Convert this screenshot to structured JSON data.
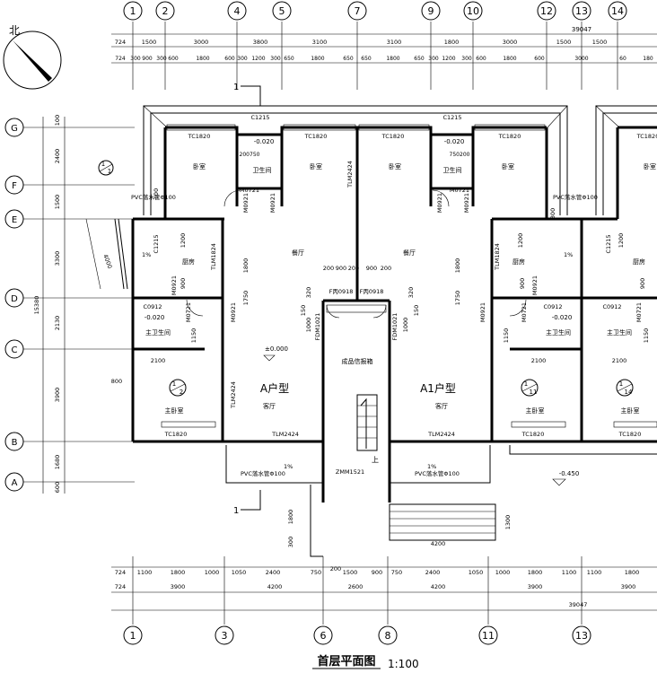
{
  "drawing": {
    "title": "首层平面图",
    "scale": "1:100",
    "north_label": "北"
  },
  "axes": {
    "top": [
      "1",
      "2",
      "4",
      "5",
      "7",
      "9",
      "10",
      "12",
      "13",
      "14"
    ],
    "bottom": [
      "1",
      "3",
      "6",
      "8",
      "11",
      "13"
    ],
    "left": [
      "G",
      "F",
      "E",
      "D",
      "C",
      "B",
      "A"
    ]
  },
  "dimensions": {
    "top_total": "39047",
    "top_row1": [
      "724",
      "1500",
      "3000",
      "3800",
      "3100",
      "3100",
      "1800",
      "3000",
      "1500",
      "1500"
    ],
    "top_row2": [
      "724",
      "300",
      "900",
      "300",
      "600",
      "1800",
      "600",
      "300",
      "1200",
      "300",
      "650",
      "1800",
      "650",
      "650",
      "1800",
      "650",
      "300",
      "1200",
      "300",
      "600",
      "1800",
      "600",
      "3000",
      "60",
      "180"
    ],
    "bottom_row1": [
      "724",
      "1100",
      "1800",
      "1000",
      "1050",
      "2400",
      "750",
      "200",
      "1500",
      "900",
      "750",
      "2400",
      "1050",
      "1000",
      "1800",
      "1100",
      "1100",
      "1800"
    ],
    "bottom_row2": [
      "724",
      "3900",
      "4200",
      "2600",
      "4200",
      "3900",
      "3900"
    ],
    "bottom_total": "39047",
    "left_row1": [
      "100",
      "2400",
      "1500",
      "3300",
      "2130",
      "3900",
      "1680",
      "600"
    ],
    "left_total": "15380"
  },
  "rooms": {
    "bedroom": "卧室",
    "bathroom": "卫生间",
    "dining": "餐厅",
    "kitchen": "厨房",
    "living": "客厅",
    "master_bedroom": "主卧室",
    "master_bath": "主卫生间",
    "unit_a": "A户型",
    "unit_a1": "A1户型",
    "mailbox": "成品信报箱",
    "stair_up": "上"
  },
  "labels": {
    "c1215": "C1215",
    "tc1820": "TC1820",
    "m0721": "M0721",
    "m0921": "M0921",
    "tlm2424": "TLM2424",
    "tlm1824": "TLM1824",
    "fdm1021": "FDM1021",
    "fbing0918": "F丙0918",
    "c0912": "C0912",
    "pvc": "PVC落水管Φ100",
    "zmm": "ZMM1521",
    "lvl_neg020": "-0.020",
    "lvl_000": "±0.000",
    "lvl_neg450": "-0.450",
    "slope": "1%",
    "section_1": "1",
    "d2100": "2100",
    "d1800": "1800",
    "d1200": "1200",
    "d900": "900",
    "d800": "800",
    "d4200": "4200",
    "d1300": "1300",
    "d2200": "200",
    "d1750": "1750",
    "d1150": "1150",
    "d1000": "1000",
    "d320": "320",
    "d150": "150",
    "d300": "300",
    "d750200": "750200",
    "d200750": "200750",
    "d100": "100",
    "d4000": "4000"
  },
  "detail_marks": [
    {
      "num": "1",
      "sub": "2"
    },
    {
      "num": "1",
      "sub": "11"
    },
    {
      "num": "1",
      "sub": "14"
    },
    {
      "num": "1",
      "sub": "1"
    }
  ]
}
